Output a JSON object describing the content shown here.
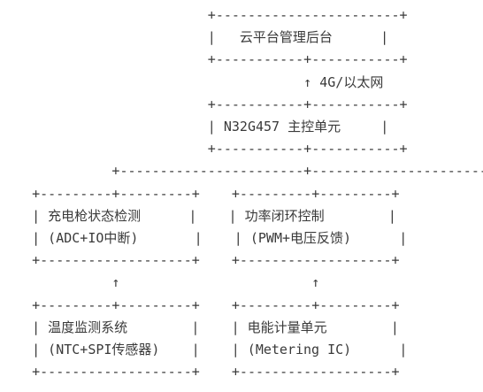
{
  "diagram": {
    "lines": [
      "                          +-----------------------+",
      "                          |   云平台管理后台      |",
      "                          +-----------+-----------+",
      "                                      ↑ 4G/以太网",
      "                          +-----------+-----------+",
      "                          | N32G457 主控单元     |",
      "                          +-----------+-----------+",
      "              +-----------------------+-----------------------+",
      "    +---------+---------+    +---------+---------+",
      "    | 充电枪状态检测      |    | 功率闭环控制        |",
      "    | (ADC+IO中断)       |    | (PWM+电压反馈)      |",
      "    +-------------------+    +-------------------+",
      "              ↑                        ↑",
      "    +---------+---------+    +---------+---------+",
      "    | 温度监测系统        |    | 电能计量单元        |",
      "    | (NTC+SPI传感器)    |    | (Metering IC)      |",
      "    +-------------------+    +-------------------+"
    ]
  }
}
